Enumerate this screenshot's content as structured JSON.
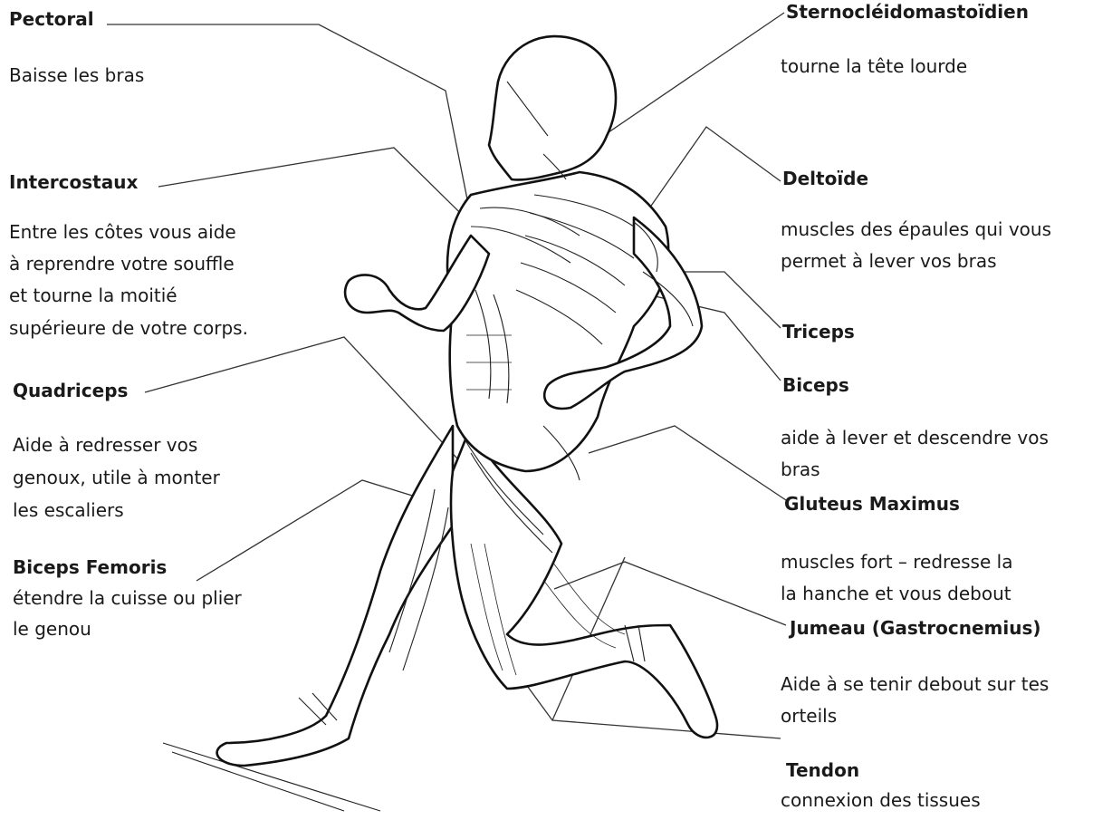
{
  "labels": {
    "pectoral": {
      "title": "Pectoral",
      "desc": "Baisse les bras"
    },
    "intercostaux": {
      "title": "Intercostaux",
      "desc": [
        "Entre les côtes vous aide",
        "à reprendre votre souffle",
        "et tourne la moitié",
        "supérieure de votre corps."
      ]
    },
    "quadriceps": {
      "title": "Quadriceps",
      "desc": [
        "Aide à redresser vos",
        "genoux, utile à monter",
        "les escaliers"
      ]
    },
    "biceps_femoris": {
      "title": "Biceps Femoris",
      "desc": [
        "étendre la cuisse ou plier",
        "le genou"
      ]
    },
    "sterno": {
      "title": "Sternocléidomastoïdien",
      "desc": "tourne la tête lourde"
    },
    "deltoide": {
      "title": "Deltoïde",
      "desc": [
        "muscles des épaules qui vous",
        "permet à lever vos bras"
      ]
    },
    "triceps": {
      "title": "Triceps"
    },
    "biceps": {
      "title": "Biceps",
      "desc": [
        "aide à lever et descendre vos",
        "bras"
      ]
    },
    "gluteus": {
      "title": "Gluteus Maximus",
      "desc": [
        "muscles fort – redresse la",
        "la hanche et vous debout"
      ]
    },
    "jumeau": {
      "title": "Jumeau (Gastrocnemius)",
      "desc": [
        "Aide à se tenir debout sur tes",
        "orteils"
      ]
    },
    "tendon": {
      "title": "Tendon",
      "desc": "connexion des tissues"
    }
  }
}
